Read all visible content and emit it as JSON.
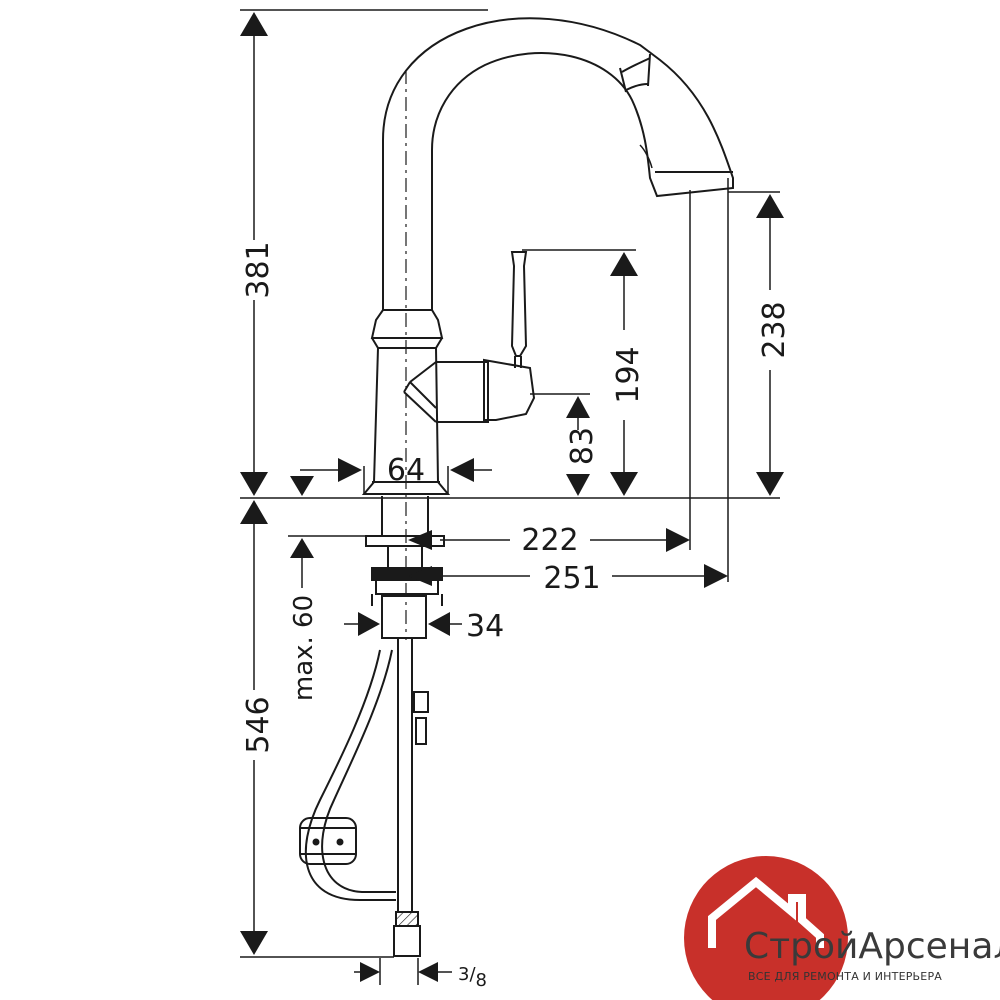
{
  "dimensions": {
    "total_height_above_deck": "381",
    "spout_outlet_height": "238",
    "handle_height": "194",
    "lever_axis_height": "83",
    "base_diameter": "64",
    "spout_reach_inner": "222",
    "spout_reach_outer": "251",
    "shank_diameter": "34",
    "max_deck_thickness": "max. 60",
    "below_deck_length": "546",
    "connection_thread": "3/8"
  },
  "connection_thread_parts": {
    "numerator": "3",
    "denominator": "8"
  },
  "brand": {
    "name_part1": "Строй",
    "name_part2": "Арсенал",
    "tagline": "ВСЕ ДЛЯ РЕМОНТА И ИНТЕРЬЕРА",
    "colors": {
      "red": "#c8302a",
      "gray": "#3a3a3a"
    }
  },
  "colors": {
    "ink": "#1a1a1a",
    "background": "#ffffff"
  }
}
